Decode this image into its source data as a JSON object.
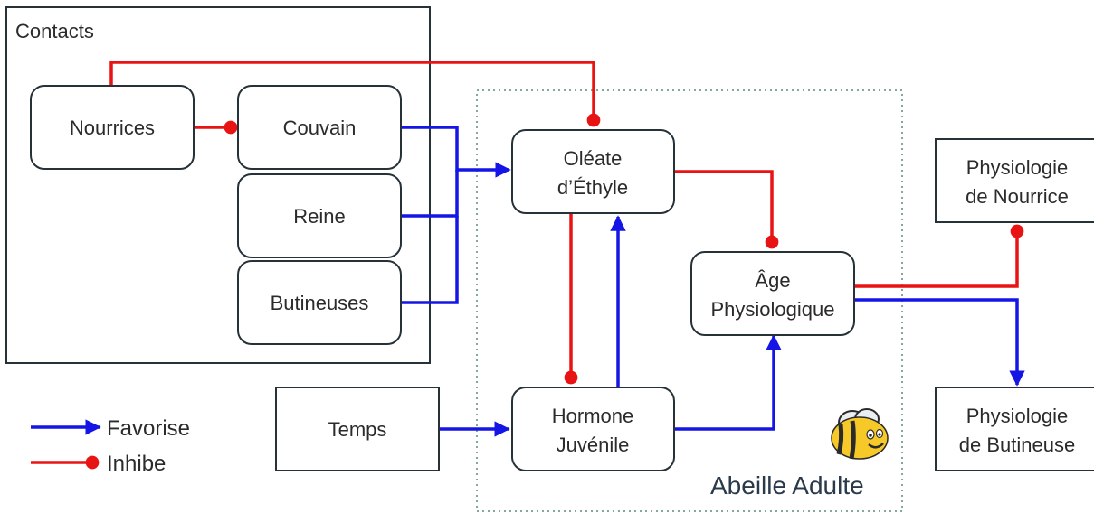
{
  "colors": {
    "promotes": "#1515e6",
    "inhibits": "#e81313",
    "bee_yellow": "#f7c928",
    "bee_dark": "#2a2a2a"
  },
  "groups": {
    "contacts": "Contacts",
    "adult_bee": "Abeille Adulte"
  },
  "nodes": {
    "nourrices": [
      "Nourrices"
    ],
    "couvain": [
      "Couvain"
    ],
    "reine": [
      "Reine"
    ],
    "butineuses": [
      "Butineuses"
    ],
    "temps": [
      "Temps"
    ],
    "oleate": [
      "Oléate",
      "d’Éthyle"
    ],
    "hormone": [
      "Hormone",
      "Juvénile"
    ],
    "age": [
      "Âge",
      "Physiologique"
    ],
    "phys_nourrice": [
      "Physiologie",
      "de Nourrice"
    ],
    "phys_butineuse": [
      "Physiologie",
      "de Butineuse"
    ]
  },
  "edges": [
    {
      "from": "nourrices",
      "to": "couvain",
      "type": "inhibits"
    },
    {
      "from": "nourrices",
      "to": "oleate",
      "type": "inhibits"
    },
    {
      "from": "couvain",
      "to": "oleate",
      "type": "promotes"
    },
    {
      "from": "reine",
      "to": "oleate",
      "type": "promotes"
    },
    {
      "from": "butineuses",
      "to": "oleate",
      "type": "promotes"
    },
    {
      "from": "oleate",
      "to": "hormone",
      "type": "inhibits"
    },
    {
      "from": "hormone",
      "to": "oleate",
      "type": "promotes"
    },
    {
      "from": "oleate",
      "to": "age",
      "type": "inhibits"
    },
    {
      "from": "temps",
      "to": "hormone",
      "type": "promotes"
    },
    {
      "from": "hormone",
      "to": "age",
      "type": "promotes"
    },
    {
      "from": "age",
      "to": "phys_nourrice",
      "type": "inhibits"
    },
    {
      "from": "age",
      "to": "phys_butineuse",
      "type": "promotes"
    }
  ],
  "legend": {
    "promotes": "Favorise",
    "inhibits": "Inhibe"
  }
}
